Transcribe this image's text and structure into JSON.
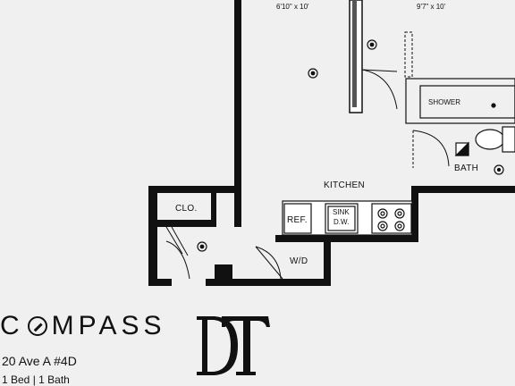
{
  "plan": {
    "room_dims": [
      "6'10\" x 10'",
      "9'7\" x 10'"
    ],
    "labels": {
      "shower": "SHOWER",
      "bath": "BATH",
      "kitchen": "KITCHEN",
      "closet": "CLO.",
      "refrigerator": "REF.",
      "sink": "SINK",
      "dishwasher": "D.W.",
      "washer_dryer": "W/D"
    }
  },
  "brand": {
    "name_before": "C",
    "name_after": "MPASS",
    "monogram": "DT"
  },
  "listing": {
    "address": "20 Ave A #4D",
    "beds_baths": "1 Bed | 1 Bath"
  }
}
